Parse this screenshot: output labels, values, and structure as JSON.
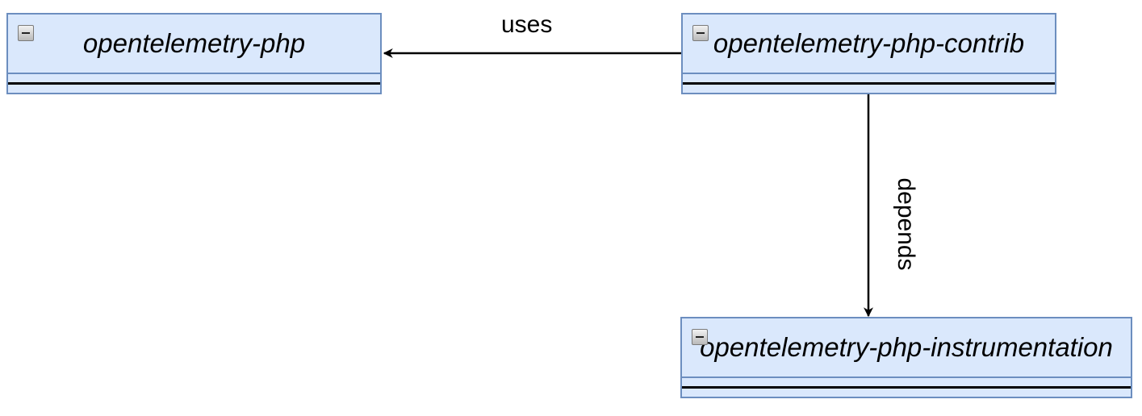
{
  "diagram": {
    "nodes": [
      {
        "name": "opentelemetry-php"
      },
      {
        "name": "opentelemetry-php-contrib"
      },
      {
        "name": "opentelemetry-php-instrumentation"
      }
    ],
    "edges": [
      {
        "from": "opentelemetry-php-contrib",
        "to": "opentelemetry-php",
        "label": "uses"
      },
      {
        "from": "opentelemetry-php-contrib",
        "to": "opentelemetry-php-instrumentation",
        "label": "depends"
      }
    ]
  },
  "colors": {
    "class_fill": "#dae8fc",
    "class_border": "#6c8ebf",
    "edge": "#000000"
  },
  "icons": {
    "collapse": "collapse-icon"
  }
}
